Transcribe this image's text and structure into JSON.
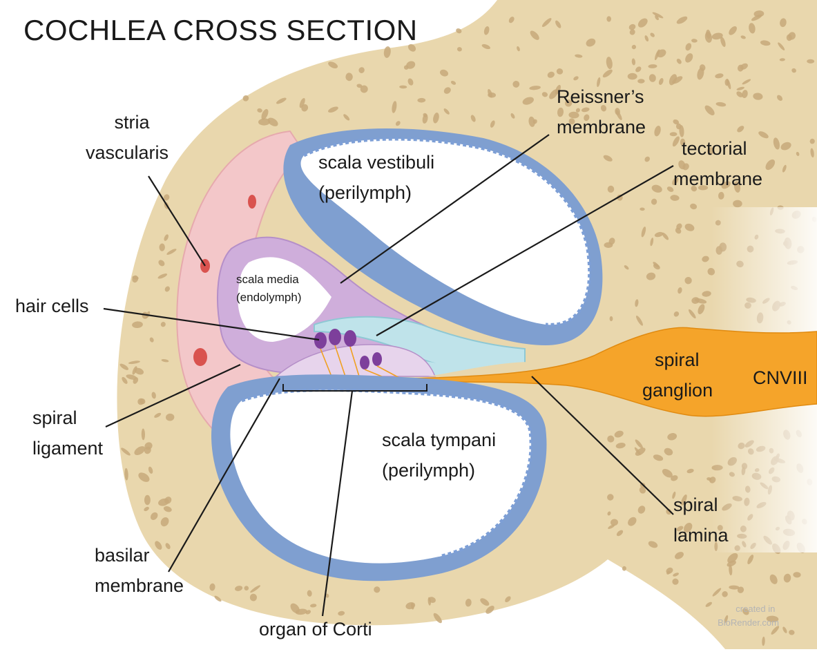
{
  "title": "COCHLEA CROSS SECTION",
  "labels": {
    "stria_vascularis": [
      "stria",
      "vascularis"
    ],
    "reissners_membrane": [
      "Reissner’s",
      "membrane"
    ],
    "tectorial_membrane": [
      "tectorial",
      "membrane"
    ],
    "scala_vestibuli": [
      "scala vestibuli",
      "(perilymph)"
    ],
    "scala_media": [
      "scala media",
      "(endolymph)"
    ],
    "hair_cells": "hair cells",
    "spiral_ganglion": [
      "spiral",
      "ganglion"
    ],
    "cnviii": "CNVIII",
    "spiral_ligament": [
      "spiral",
      "ligament"
    ],
    "scala_tympani": [
      "scala tympani",
      "(perilymph)"
    ],
    "spiral_lamina": [
      "spiral",
      "lamina"
    ],
    "basilar_membrane": [
      "basilar",
      "membrane"
    ],
    "organ_of_corti": "organ of Corti"
  },
  "watermark": [
    "created in",
    "BioRender.com"
  ],
  "colors": {
    "bone": "#e9d7ad",
    "bone_dots": "#c7a97a",
    "ligament": "#f3c7c9",
    "duct_wall": "#7f9fd0",
    "scala_media": "#cfaedb",
    "tectorial": "#bfe3ea",
    "ganglion": "#f5a42a",
    "vessel": "#d9534f"
  }
}
